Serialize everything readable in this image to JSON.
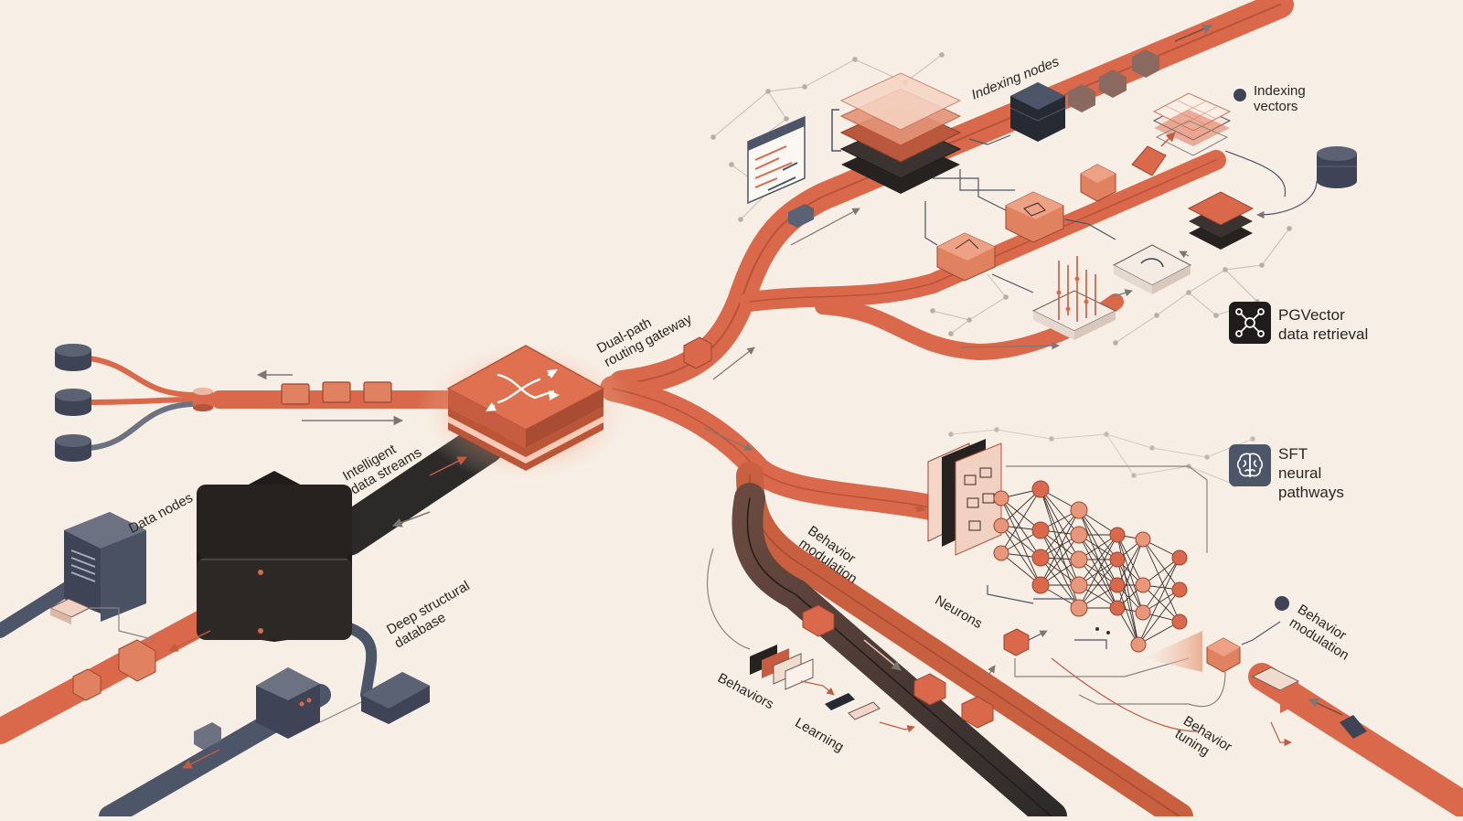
{
  "colors": {
    "background": "#f7efe6",
    "accent": "#d9694a",
    "accent_dark": "#b6533a",
    "accent_light": "#eeb79f",
    "slate": "#4d5568",
    "dark": "#262220",
    "line": "#8a8480"
  },
  "labels": {
    "indexing_nodes": "Indexing nodes",
    "indexing_vectors": "Indexing\nvectors",
    "pgvector": "PGVector\ndata retrieval",
    "routing_gateway": "Dual-path\nrouting gateway",
    "intelligent_streams": "Intelligent\ndata streams",
    "data_nodes": "Data nodes",
    "deep_database": "Deep structural\ndatabase",
    "behavior_modulation_left": "Behavior\nmodulation",
    "neurons": "Neurons",
    "sft": "SFT\nneural\npathways",
    "behavior_modulation_right": "Behavior\nmodulation",
    "behaviors": "Behaviors",
    "learning": "Learning",
    "behavior_tuning": "Behavior\ntuning"
  },
  "icons": {
    "router": "router-arrows-icon",
    "pgvector": "network-hub-icon",
    "sft": "brain-icon",
    "database": "database-cylinder-icon",
    "server": "server-tower-icon"
  }
}
